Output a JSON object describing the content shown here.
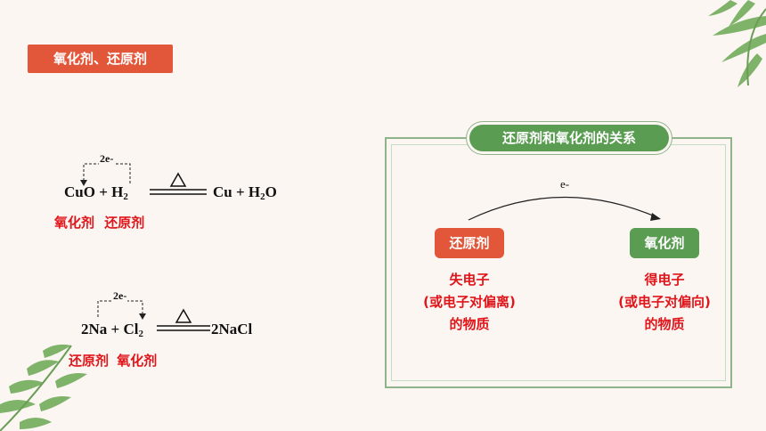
{
  "title": "氧化剂、还原剂",
  "eq1": {
    "electron_label": "2e-",
    "left1": "CuO",
    "plus": "+",
    "left2_base": "H",
    "left2_sub": "2",
    "right1": "Cu",
    "right2_base": "H",
    "right2_sub": "2",
    "right2_tail": "O",
    "label_a": "氧化剂",
    "label_b": "还原剂"
  },
  "eq2": {
    "electron_label": "2e-",
    "left1": "2Na",
    "plus": "+",
    "left2_base": "Cl",
    "left2_sub": "2",
    "right": "2NaCl",
    "label_a": "还原剂",
    "label_b": "氧化剂"
  },
  "relation": {
    "title": "还原剂和氧化剂的关系",
    "arrow_label": "e-",
    "reducer": {
      "label": "还原剂",
      "desc": [
        "失电子",
        "(或电子对偏离)",
        "的物质"
      ]
    },
    "oxidizer": {
      "label": "氧化剂",
      "desc": [
        "得电子",
        "(或电子对偏向)",
        "的物质"
      ]
    }
  },
  "colors": {
    "accent_red": "#e2573a",
    "accent_green": "#5a9c52",
    "text_red": "#e0151a",
    "background": "#fcf6f3"
  }
}
